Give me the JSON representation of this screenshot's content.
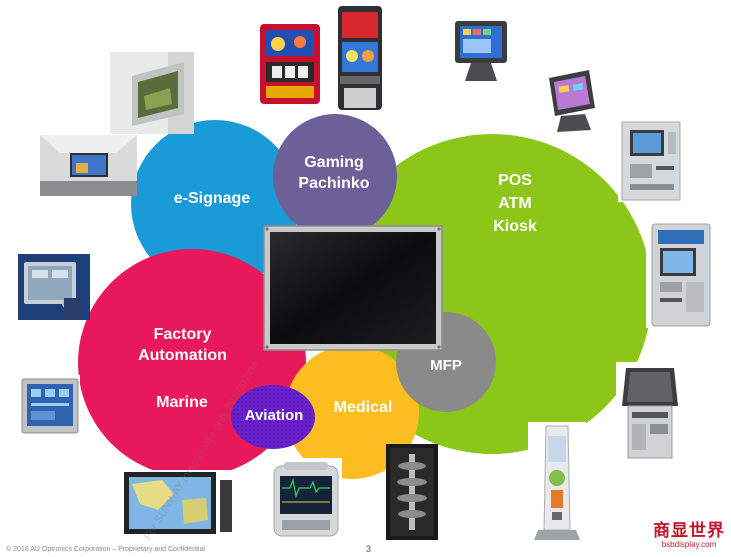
{
  "segments": {
    "gaming": [
      "Gaming",
      "Pachinko"
    ],
    "pos": [
      "POS",
      "ATM",
      "Kiosk"
    ],
    "esignage": "e-Signage",
    "factory": [
      "Factory",
      "Automation"
    ],
    "marine": "Marine",
    "aviation": "Aviation",
    "medical": "Medical",
    "mfp": "MFP"
  },
  "colors": {
    "esignage": "#1a9ad6",
    "factory": "#e8195a",
    "pos": "#8cc619",
    "gaming": "#6c6098",
    "medical": "#fbbd1f",
    "mfp": "#8a8a8a",
    "aviation": "#6a22cc"
  },
  "footer": {
    "copyright": "© 2016 AU Optronics Corporation – Proprietary and Confidential",
    "page_number": "3"
  },
  "brand": {
    "chinese": "商显世界",
    "url": "bsbdisplay.com"
  },
  "watermark": "For SUNWAY internal use only 2017/07/04"
}
